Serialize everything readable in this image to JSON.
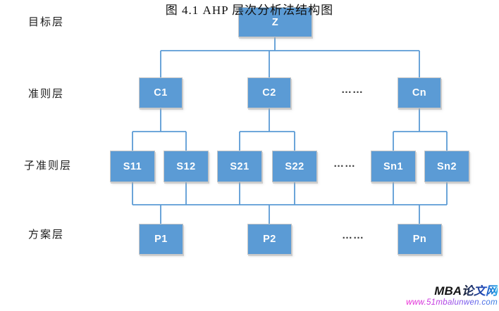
{
  "diagram": {
    "title_node": "Z",
    "layers": {
      "goal": "目标层",
      "criteria": "准则层",
      "subcriteria": "子准则层",
      "alternative": "方案层"
    },
    "nodes": {
      "z": "Z",
      "c1": "C1",
      "c2": "C2",
      "cn": "Cn",
      "s11": "S11",
      "s12": "S12",
      "s21": "S21",
      "s22": "S22",
      "sn1": "Sn1",
      "sn2": "Sn2",
      "p1": "P1",
      "p2": "P2",
      "pn": "Pn"
    },
    "ellipsis": "……",
    "colors": {
      "node_fill": "#5b9bd5",
      "connector_line": "#5b9bd5",
      "node_border": "#c6c6c6",
      "node_text": "#ffffff"
    }
  },
  "caption": "图 4.1 AHP 层次分析法结构图",
  "watermark": {
    "site_name": "MBA论文网",
    "site_url": "www.51mbalunwen.com"
  }
}
